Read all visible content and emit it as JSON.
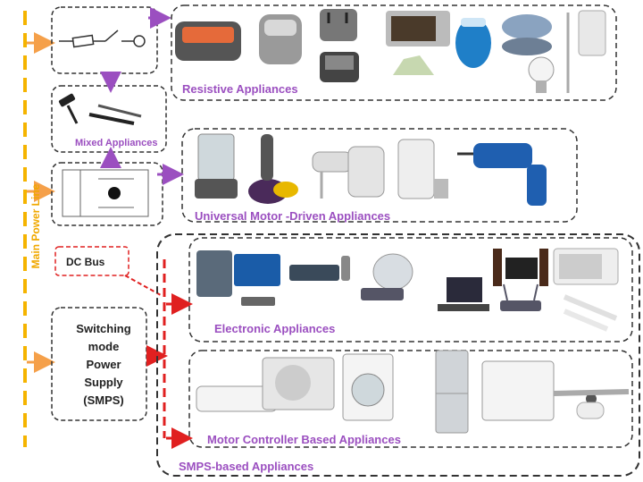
{
  "main_line_label": "Main Power Line",
  "groups": {
    "resistive": "Resistive Appliances",
    "mixed": "Mixed Appliances",
    "universal": "Universal Motor -Driven Appliances",
    "electronic": "Electronic Appliances",
    "motor_controller": "Motor Controller Based Appliances",
    "smps_based": "SMPS-based Appliances"
  },
  "dc_bus_label": "DC Bus",
  "smps_lines": [
    "Switching",
    "mode",
    "Power",
    "Supply",
    "(SMPS)"
  ],
  "colors": {
    "main_line": "#f5b400",
    "feed_arrow": "#f5a04a",
    "purple_arrow": "#9b4fc0",
    "red": "#e02020",
    "box_dash": "#333333"
  }
}
